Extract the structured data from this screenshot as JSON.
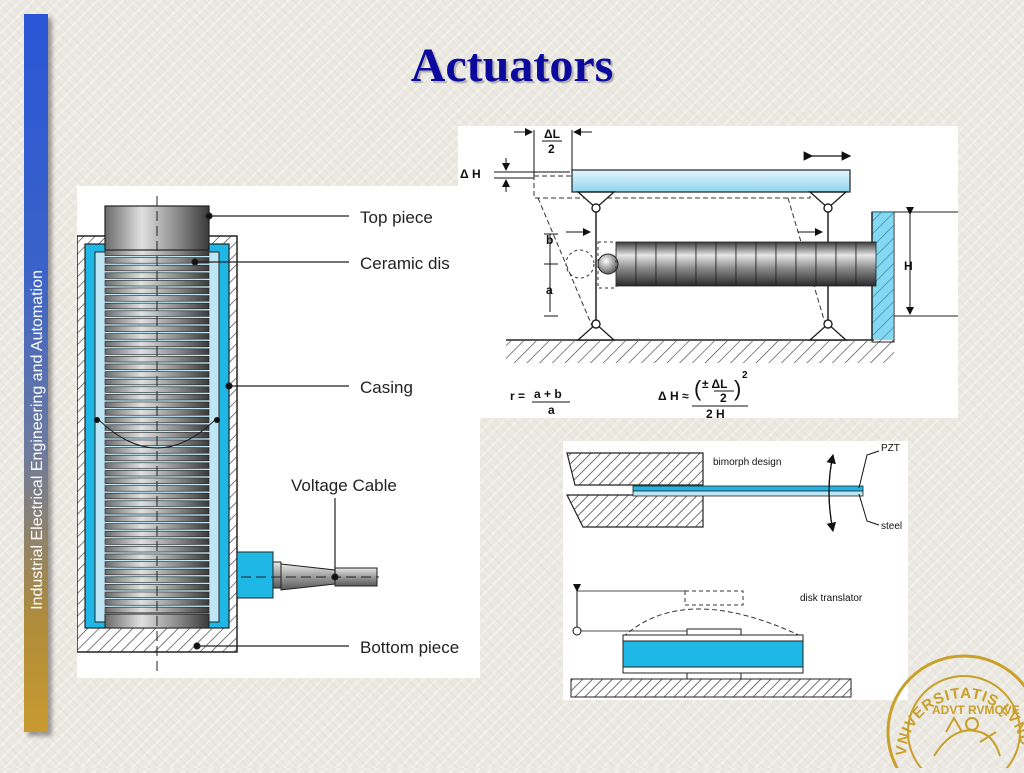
{
  "slide": {
    "title": "Actuators",
    "sidebar_text": "Industrial Electrical Engineering and Automation"
  },
  "stack_diagram": {
    "labels": {
      "top_piece": "Top piece",
      "ceramic_disc": "Ceramic dis",
      "casing": "Casing",
      "voltage_cable": "Voltage Cable",
      "bottom_piece": "Bottom piece"
    }
  },
  "lever_diagram": {
    "delta_l_2": {
      "num": "ΔL",
      "den": "2"
    },
    "delta_h": "Δ H",
    "b": "b",
    "a": "a",
    "h": "H",
    "formula_ratio": {
      "lhs": "r =",
      "num": "a + b",
      "den": "a"
    },
    "formula_dh": {
      "lhs": "Δ H ≈",
      "inner": "± ΔL",
      "inner_den": "2",
      "exp": "2",
      "den": "2 H"
    }
  },
  "bimorph_diagram": {
    "labels": {
      "bimorph_design": "bimorph design",
      "pzt": "PZT",
      "steel": "steel",
      "disk_translator": "disk translator"
    }
  },
  "seal": {
    "text": "SIGILLUM UNIVERSITATIS CAROLINAE ADVT RVMQVE"
  },
  "colors": {
    "title": "#0b0a9c",
    "piezo_blue": "#1fb8e6",
    "light_blue": "#bfe6f5",
    "seal_gold": "#c9a02a"
  }
}
